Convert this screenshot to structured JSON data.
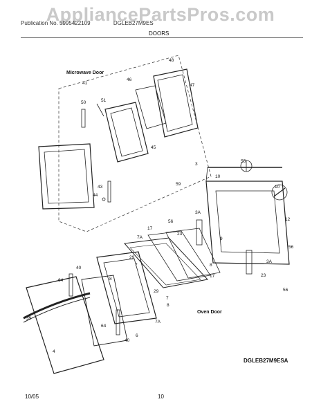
{
  "header": {
    "watermark": "AppliancePartsPros.com",
    "subtitle": "Publication No. 5995422109",
    "model_code": "DGLEB27M9ES",
    "section": "DOORS"
  },
  "footer": {
    "date": "10/05",
    "page": "10"
  },
  "diagram": {
    "model_label": "DGLEB27M9ESA",
    "captions": {
      "microwave": "Microwave Door",
      "oven": "Oven Door"
    },
    "callouts": [
      {
        "text": "48"
      },
      {
        "text": "46"
      },
      {
        "text": "47"
      },
      {
        "text": "41"
      },
      {
        "text": "50"
      },
      {
        "text": "51"
      },
      {
        "text": "45"
      },
      {
        "text": "43"
      },
      {
        "text": "44"
      },
      {
        "text": "3"
      },
      {
        "text": "55"
      },
      {
        "text": "10"
      },
      {
        "text": "59"
      },
      {
        "text": "10"
      },
      {
        "text": "3A"
      },
      {
        "text": "12"
      },
      {
        "text": "56"
      },
      {
        "text": "17"
      },
      {
        "text": "7A"
      },
      {
        "text": "23"
      },
      {
        "text": "9"
      },
      {
        "text": "56"
      },
      {
        "text": "3A"
      },
      {
        "text": "29"
      },
      {
        "text": "7"
      },
      {
        "text": "8"
      },
      {
        "text": "17"
      },
      {
        "text": "40"
      },
      {
        "text": "8"
      },
      {
        "text": "64"
      },
      {
        "text": "29"
      },
      {
        "text": "7"
      },
      {
        "text": "8"
      },
      {
        "text": "39"
      },
      {
        "text": "7A"
      },
      {
        "text": "64"
      },
      {
        "text": "6"
      },
      {
        "text": "40"
      },
      {
        "text": "4"
      },
      {
        "text": "23"
      },
      {
        "text": "56"
      }
    ]
  }
}
